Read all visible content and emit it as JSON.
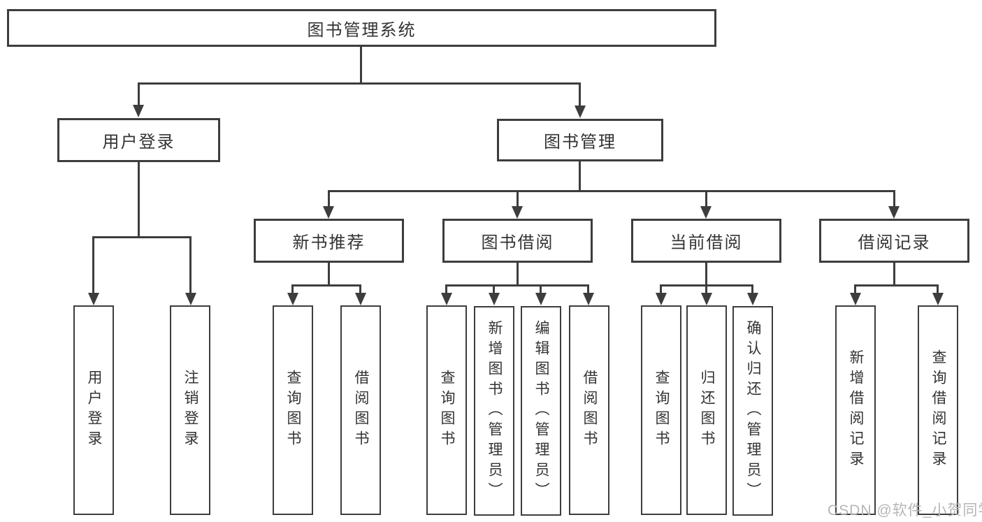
{
  "diagram": {
    "title": "图书管理系统",
    "root": {
      "label": "图书管理系统"
    },
    "branches": [
      {
        "label": "用户登录",
        "children": [
          {
            "label": "用户登录"
          },
          {
            "label": "注销登录"
          }
        ]
      },
      {
        "label": "图书管理",
        "children": [
          {
            "label": "新书推荐",
            "children": [
              {
                "label": "查询图书"
              },
              {
                "label": "借阅图书"
              }
            ]
          },
          {
            "label": "图书借阅",
            "children": [
              {
                "label": "查询图书"
              },
              {
                "label": "新增图书（管理员）"
              },
              {
                "label": "编辑图书（管理员）"
              },
              {
                "label": "借阅图书"
              }
            ]
          },
          {
            "label": "当前借阅",
            "children": [
              {
                "label": "查询图书"
              },
              {
                "label": "归还图书"
              },
              {
                "label": "确认归还（管理员）"
              }
            ]
          },
          {
            "label": "借阅记录",
            "children": [
              {
                "label": "新增借阅记录"
              },
              {
                "label": "查询借阅记录"
              }
            ]
          }
        ]
      }
    ]
  },
  "watermark": {
    "text": "CSDN @软件_小贺同学"
  },
  "colors": {
    "line": "#3d3d3d",
    "text": "#333333",
    "background": "#ffffff",
    "box_fill": "#ffffff",
    "watermark": "#b6b6b6"
  }
}
